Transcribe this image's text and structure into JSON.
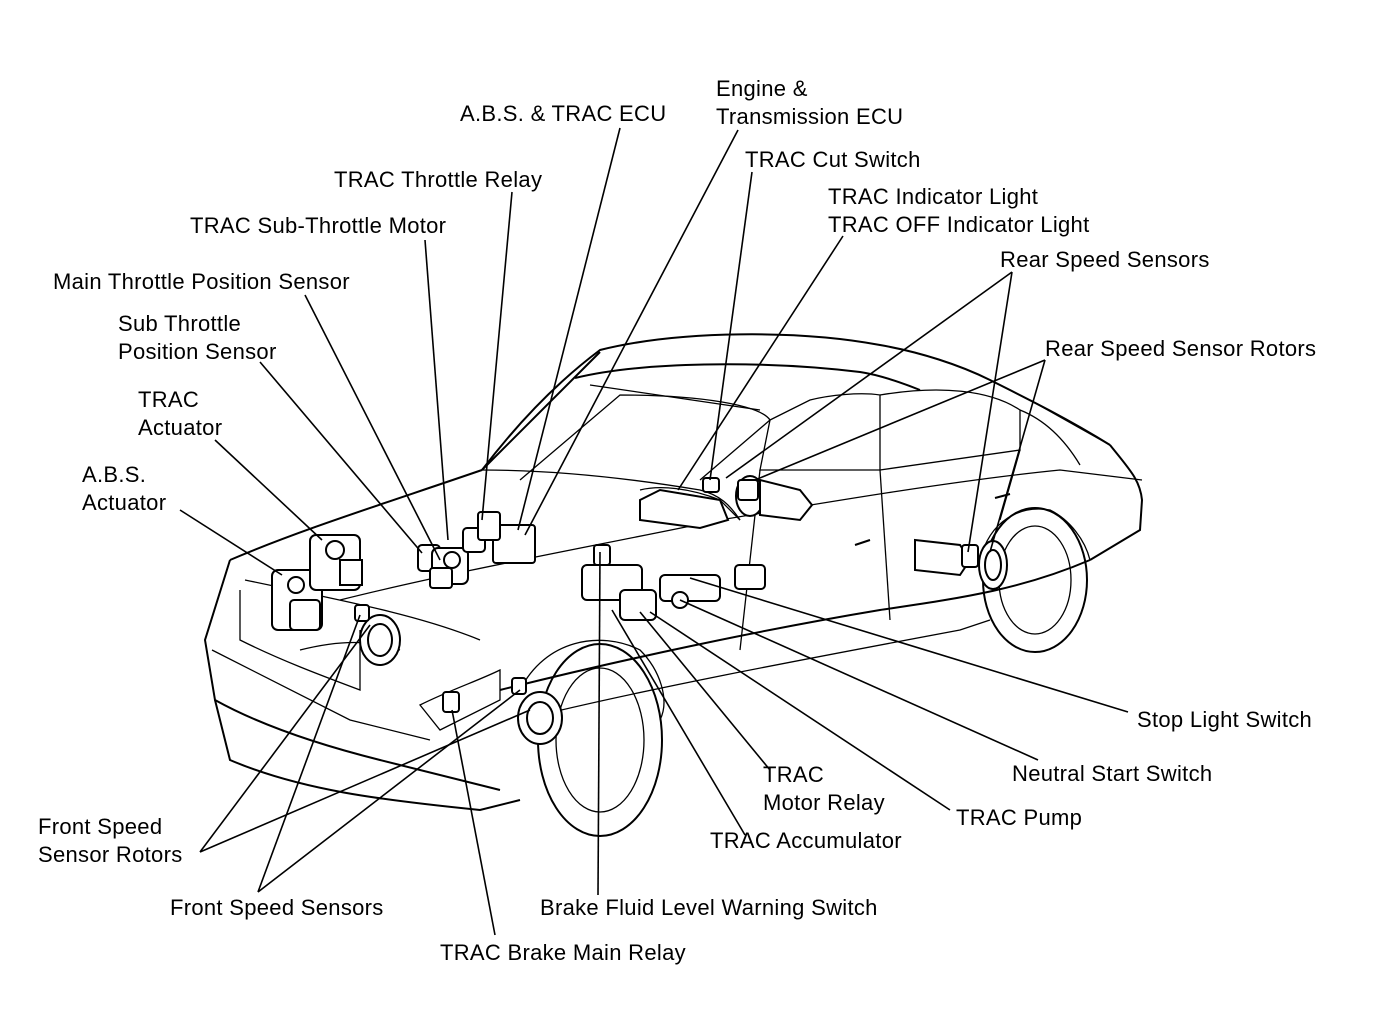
{
  "labels": {
    "abs_trac_ecu": "A.B.S. & TRAC ECU",
    "engine_trans_ecu": [
      "Engine &",
      "Transmission ECU"
    ],
    "trac_cut_switch": "TRAC Cut Switch",
    "trac_throttle_relay": "TRAC Throttle Relay",
    "trac_indicator_light": [
      "TRAC Indicator Light",
      "TRAC OFF Indicator Light"
    ],
    "trac_sub_throttle_motor": "TRAC Sub-Throttle Motor",
    "rear_speed_sensors": "Rear Speed Sensors",
    "main_throttle_position_sensor": "Main Throttle Position Sensor",
    "sub_throttle_position_sensor": [
      "Sub Throttle",
      "Position Sensor"
    ],
    "rear_speed_sensor_rotors": "Rear Speed Sensor Rotors",
    "trac_actuator": [
      "TRAC",
      "Actuator"
    ],
    "abs_actuator": [
      "A.B.S.",
      "Actuator"
    ],
    "stop_light_switch": "Stop Light Switch",
    "trac_motor_relay": [
      "TRAC",
      "Motor Relay"
    ],
    "neutral_start_switch": "Neutral Start Switch",
    "front_speed_sensor_rotors": [
      "Front Speed",
      "Sensor Rotors"
    ],
    "trac_pump": "TRAC Pump",
    "trac_accumulator": "TRAC Accumulator",
    "front_speed_sensors": "Front Speed Sensors",
    "brake_fluid_level_warning_switch": "Brake Fluid Level Warning Switch",
    "trac_brake_main_relay": "TRAC Brake Main Relay"
  }
}
